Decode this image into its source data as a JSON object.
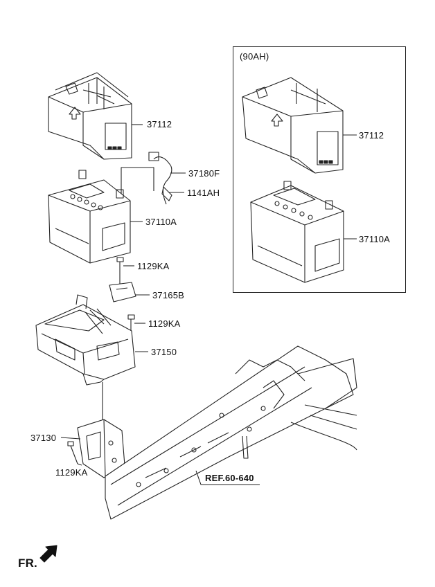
{
  "labels": {
    "top_cover": "37112",
    "cable": "37180F",
    "clip": "1141AH",
    "battery": "37110A",
    "bolt_upper": "1129KA",
    "bracket": "37165B",
    "bolt_mid": "1129KA",
    "tray": "37150",
    "support": "37130",
    "bolt_lower": "1129KA",
    "reference": "REF.60-640",
    "front_marker": "FR."
  },
  "inset": {
    "title": "(90AH)",
    "cover": "37112",
    "battery": "37110A"
  }
}
